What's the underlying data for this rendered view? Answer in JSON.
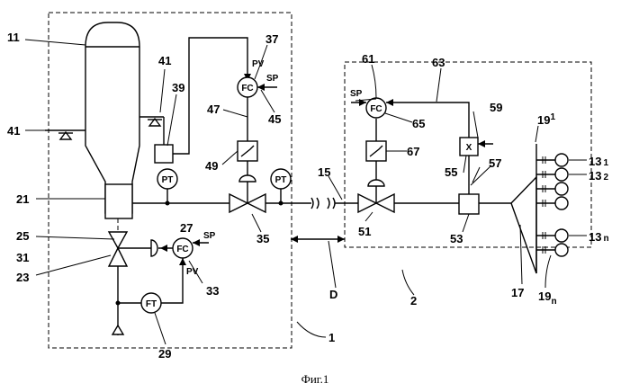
{
  "caption": "Фиг.1",
  "instruments": {
    "fc37": "FC",
    "fc33": "FC",
    "fc61": "FC",
    "ft29": "FT",
    "pt_left": "PT",
    "pt_right": "PT",
    "mult55": "X"
  },
  "signals": {
    "pv37": "PV",
    "sp45": "SP",
    "sp33": "SP",
    "pv33": "PV",
    "sp61": "SP"
  },
  "refs": {
    "r11": "11",
    "r41a": "41",
    "r41b": "41",
    "r39": "39",
    "r37": "37",
    "r45": "45",
    "r47": "47",
    "r49": "49",
    "r21": "21",
    "r25": "25",
    "r31": "31",
    "r23": "23",
    "r27": "27",
    "r33": "33",
    "r29": "29",
    "r35": "35",
    "r15": "15",
    "rD": "D",
    "r1": "1",
    "r2": "2",
    "r61": "61",
    "r63": "63",
    "r65": "65",
    "r67": "67",
    "r59": "59",
    "r57": "57",
    "r55": "55",
    "r51": "51",
    "r53": "53",
    "r17": "17",
    "r19_1": "19",
    "r19_1s": "1",
    "r19_n": "19",
    "r19_ns": "n",
    "r13_1": "13",
    "r13_1s": "1",
    "r13_2": "13",
    "r13_2s": "2",
    "r13_n": "13",
    "r13_ns": "n"
  }
}
